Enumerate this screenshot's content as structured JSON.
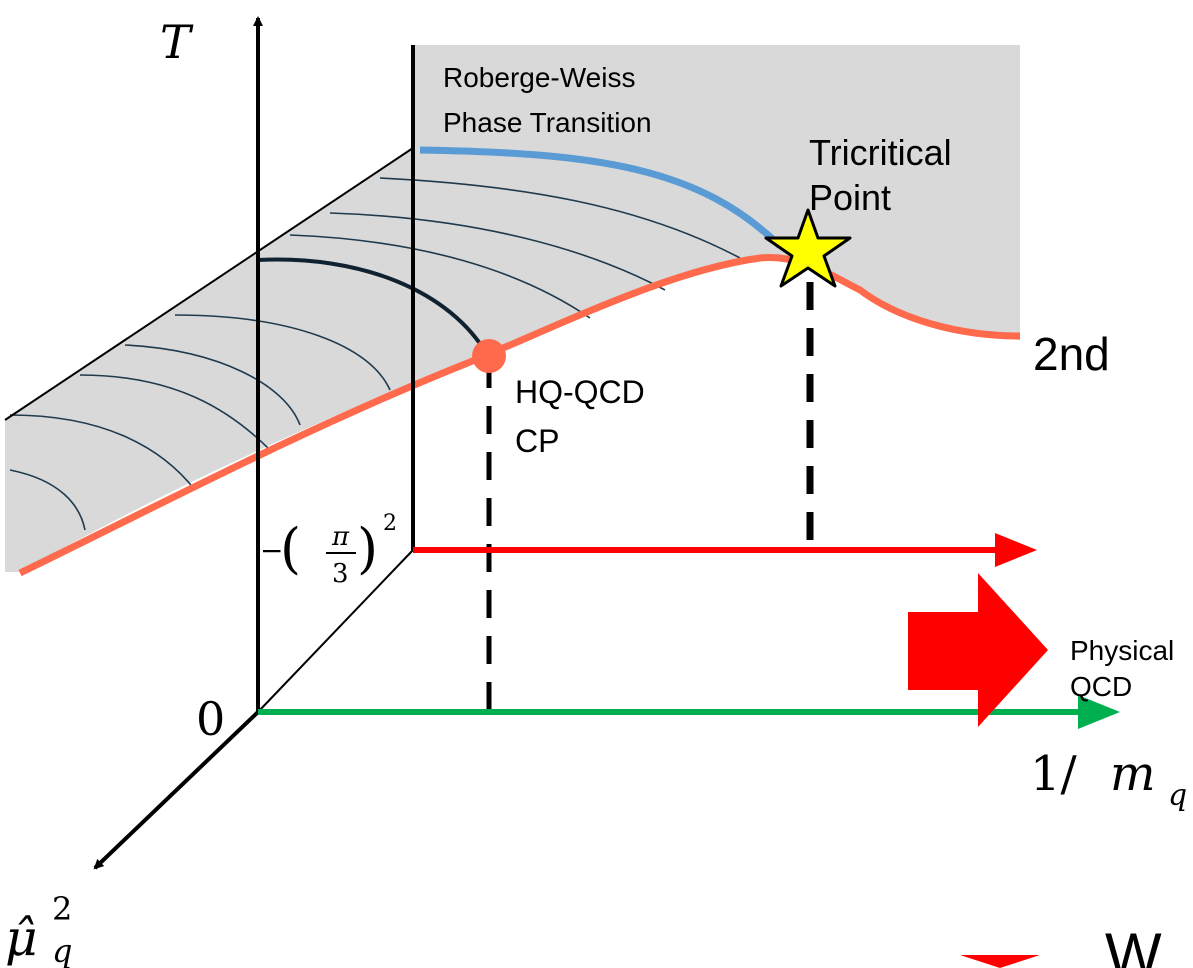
{
  "labels": {
    "axis_t": "T",
    "axis_mu_base": "μ̂",
    "axis_mu_sup": "2",
    "axis_mu_sub": "q",
    "axis_m_prefix": "1/",
    "axis_m_var": "m",
    "axis_m_sub": "q",
    "origin": "0",
    "rw_minus": "−",
    "rw_pi": "π",
    "rw_three": "3",
    "rw_sup": "2",
    "rw_line1": "Roberge-Weiss",
    "rw_line2": "Phase Transition",
    "tcp_line1": "Tricritical",
    "tcp_line2": "Point",
    "hq_line1": "HQ-QCD",
    "hq_line2": "CP",
    "second": "2nd",
    "phys_line1": "Physical",
    "phys_line2": "QCD",
    "legend_text": "W"
  },
  "colors": {
    "surface": "#d9d9d9",
    "blue_curve": "#5b9bd5",
    "orange_curve": "#ff6a4d",
    "red_arrow": "#ff0000",
    "green_arrow": "#00b050",
    "star_fill": "#ffff00",
    "axis": "#000000",
    "contour": "#1f3a4d"
  }
}
